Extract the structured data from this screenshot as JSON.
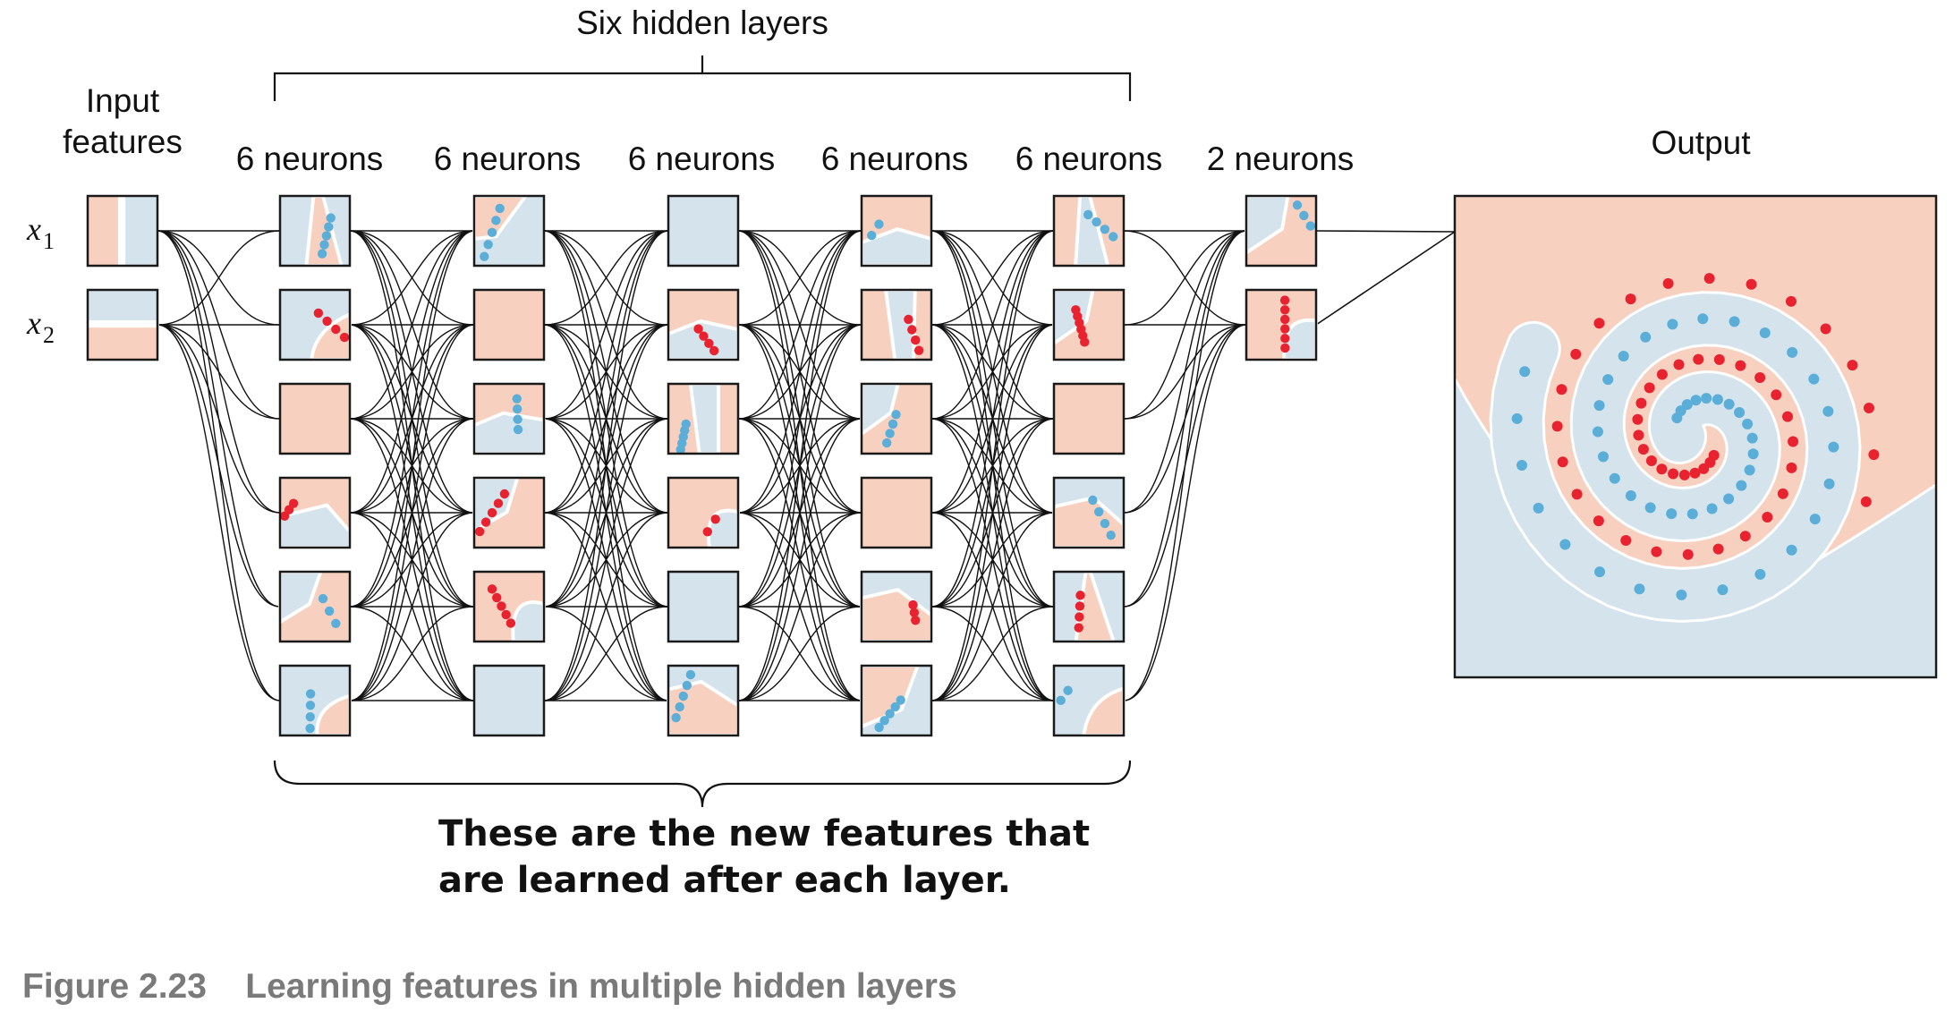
{
  "title": "Six hidden layers",
  "input": {
    "label_line1": "Input",
    "label_line2": "features",
    "x1": "x",
    "x1_sub": "1",
    "x2": "x",
    "x2_sub": "2"
  },
  "layers": [
    {
      "label": "6 neurons",
      "count": 6
    },
    {
      "label": "6 neurons",
      "count": 6
    },
    {
      "label": "6 neurons",
      "count": 6
    },
    {
      "label": "6 neurons",
      "count": 6
    },
    {
      "label": "6 neurons",
      "count": 6
    },
    {
      "label": "2 neurons",
      "count": 2
    }
  ],
  "output_label": "Output",
  "annotation_line1": "These are the new features that",
  "annotation_line2": "are learned after each layer.",
  "figure_caption": "Figure 2.23    Learning features in multiple hidden layers",
  "colors": {
    "class_a_region": "#f8d0c0",
    "class_b_region": "#d4e3ec",
    "class_a_point": "#e8232f",
    "class_b_point": "#5aaed8",
    "connection": "#111111",
    "caption_gray": "#7a7a7a"
  }
}
